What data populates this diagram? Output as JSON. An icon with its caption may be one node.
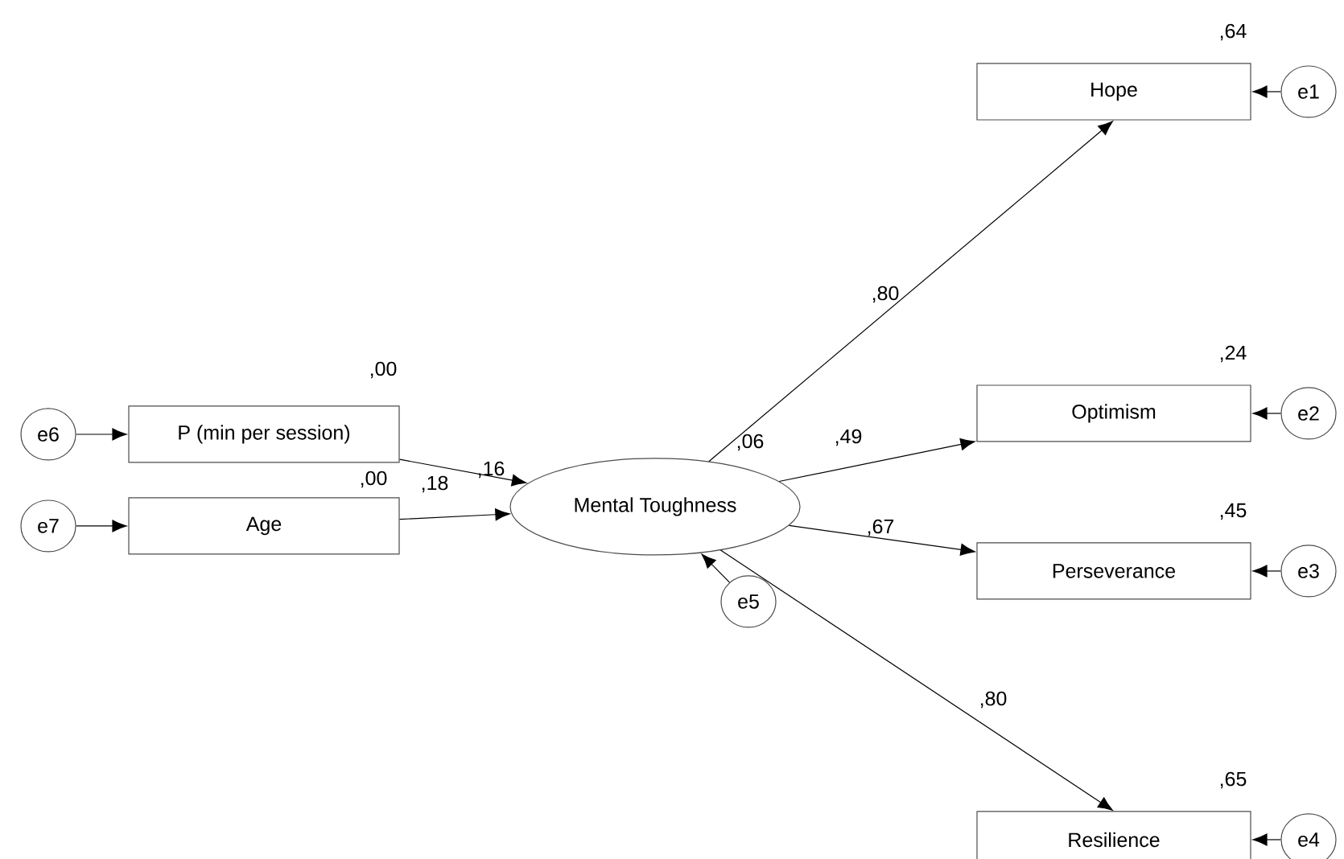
{
  "diagram": {
    "nodes": [
      {
        "text": [
          "Hope"
        ],
        "beside": [
          ",64"
        ]
      },
      {
        "text": [
          "e1"
        ]
      },
      {
        "text": [
          "Optimism"
        ],
        "beside": [
          ",24"
        ]
      },
      {
        "text": [
          "e2"
        ]
      },
      {
        "text": [
          "e6"
        ]
      },
      {
        "text": [
          "P (min per session)"
        ],
        "beside": [
          ",00"
        ]
      },
      {
        "text": [
          "Mental Toughness"
        ],
        "beside": [
          ",06"
        ]
      },
      {
        "text": [
          "Perseverance"
        ],
        "beside": [
          ",45"
        ]
      },
      {
        "text": [
          "e3"
        ]
      },
      {
        "text": [
          "e7"
        ]
      },
      {
        "text": [
          "Age"
        ],
        "beside": [
          ",00"
        ]
      },
      {
        "text": [
          "e5"
        ]
      },
      {
        "text": [
          "Resilience"
        ],
        "beside": [
          ",65"
        ]
      },
      {
        "text": [
          "e4"
        ]
      }
    ],
    "edges": [
      {
        "from": 1,
        "to": 0,
        "arrow": "to"
      },
      {
        "from": 3,
        "to": 2,
        "arrow": "to"
      },
      {
        "from": 8,
        "to": 7,
        "arrow": "to"
      },
      {
        "from": 13,
        "to": 12,
        "arrow": "to"
      },
      {
        "from": 4,
        "to": 5,
        "arrow": "to"
      },
      {
        "from": 9,
        "to": 10,
        "arrow": "to"
      },
      {
        "from": 11,
        "to": 6,
        "arrow": "to"
      },
      {
        "from": 5,
        "to": 6,
        "arrow": "to",
        "label": ",16"
      },
      {
        "from": 10,
        "to": 6,
        "arrow": "to",
        "label": ",18"
      },
      {
        "from": 6,
        "to": 0,
        "arrow": "to",
        "label": ",80"
      },
      {
        "from": 6,
        "to": 2,
        "arrow": "to",
        "label": ",49"
      },
      {
        "from": 6,
        "to": 7,
        "arrow": "to",
        "label": ",67"
      },
      {
        "from": 6,
        "to": 12,
        "arrow": "to",
        "label": ",80"
      }
    ]
  }
}
